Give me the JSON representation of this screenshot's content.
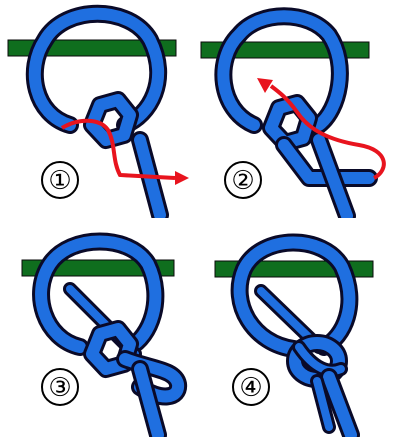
{
  "steps": [
    {
      "number": "①"
    },
    {
      "number": "②"
    },
    {
      "number": "③"
    },
    {
      "number": "④"
    }
  ],
  "colors": {
    "rope": "#1f6fe0",
    "rope_outline": "#0a0a28",
    "bar": "#0f6e1e",
    "arrow": "#e8141e",
    "circle": "#000000"
  }
}
